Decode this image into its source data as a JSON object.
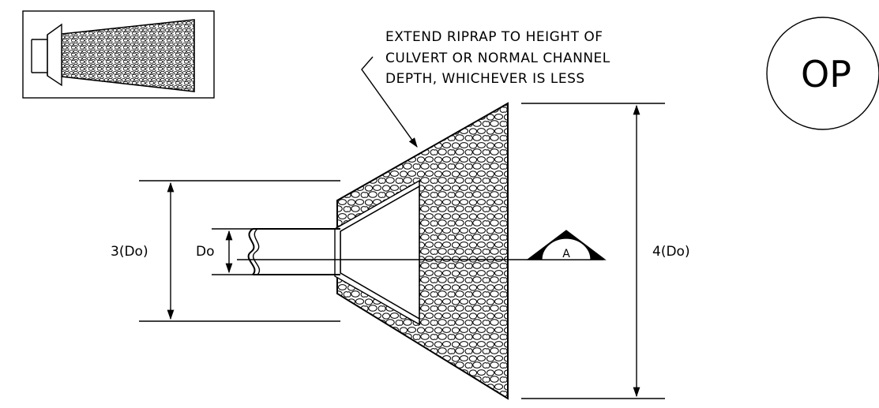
{
  "note": {
    "lines": [
      "EXTEND RIPRAP TO HEIGHT OF",
      "CULVERT OR NORMAL CHANNEL",
      "DEPTH, WHICHEVER IS LESS"
    ]
  },
  "dimensions": {
    "left_width": "3(Do)",
    "pipe_diameter": "Do",
    "right_width": "4(Do)"
  },
  "section_marker": {
    "label": "A"
  },
  "badge": {
    "text": "OP"
  },
  "colors": {
    "line": "#000000",
    "background": "#ffffff"
  }
}
